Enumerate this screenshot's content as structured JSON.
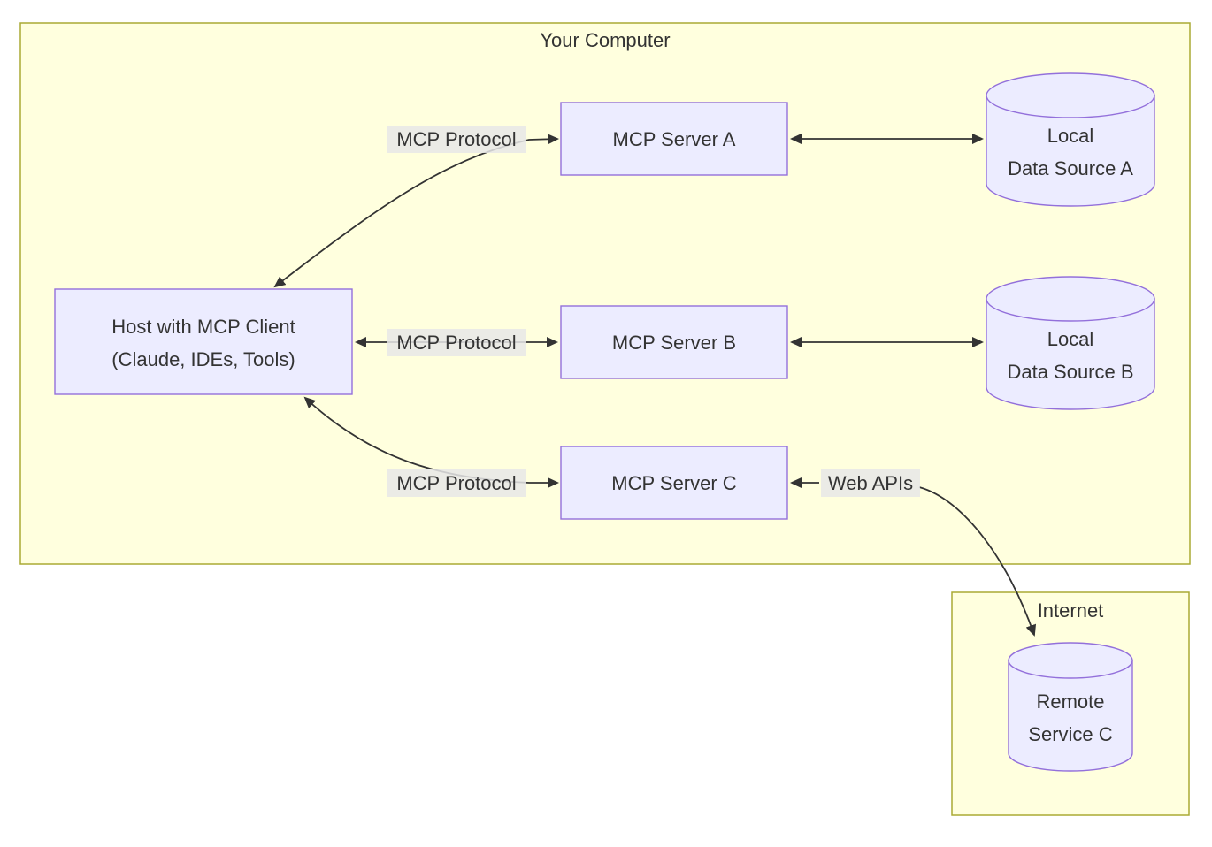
{
  "diagram": {
    "clusters": {
      "your_computer": {
        "label": "Your Computer"
      },
      "internet": {
        "label": "Internet"
      }
    },
    "nodes": {
      "host": {
        "line1": "Host with MCP Client",
        "line2": "(Claude, IDEs, Tools)"
      },
      "server_a": {
        "label": "MCP Server A"
      },
      "server_b": {
        "label": "MCP Server B"
      },
      "server_c": {
        "label": "MCP Server C"
      },
      "data_source_a": {
        "line1": "Local",
        "line2": "Data Source A"
      },
      "data_source_b": {
        "line1": "Local",
        "line2": "Data Source B"
      },
      "remote_service_c": {
        "line1": "Remote",
        "line2": "Service C"
      }
    },
    "edge_labels": {
      "mcp_a": "MCP Protocol",
      "mcp_b": "MCP Protocol",
      "mcp_c": "MCP Protocol",
      "web_apis": "Web APIs"
    },
    "colors": {
      "cluster_fill": "#ffffde",
      "cluster_border": "#aaaa33",
      "node_fill": "#ececff",
      "node_border": "#9370db",
      "edge_label_bg": "#e8e8e8",
      "edge_stroke": "#333333",
      "text": "#333333",
      "background": "#ffffff"
    }
  }
}
